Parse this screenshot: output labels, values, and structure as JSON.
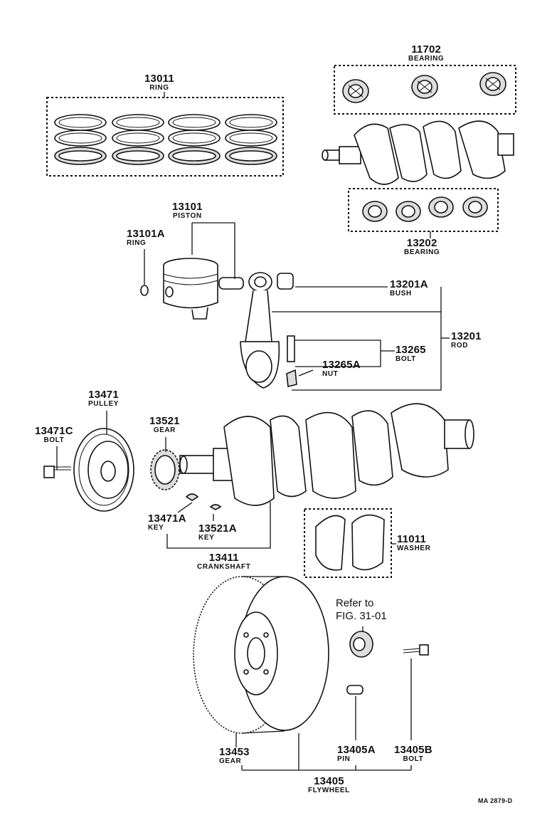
{
  "parts": {
    "ring_set": {
      "number": "13011",
      "name": "RING"
    },
    "main_bearing_upper": {
      "number": "11702",
      "name": "BEARING"
    },
    "rod_bearing": {
      "number": "13202",
      "name": "BEARING"
    },
    "piston": {
      "number": "13101",
      "name": "PISTON"
    },
    "piston_pin_ring": {
      "number": "13101A",
      "name": "RING"
    },
    "bush": {
      "number": "13201A",
      "name": "BUSH"
    },
    "rod": {
      "number": "13201",
      "name": "ROD"
    },
    "rod_bolt": {
      "number": "13265",
      "name": "BOLT"
    },
    "rod_nut": {
      "number": "13265A",
      "name": "NUT"
    },
    "pulley": {
      "number": "13471",
      "name": "PULLEY"
    },
    "pulley_bolt": {
      "number": "13471C",
      "name": "BOLT"
    },
    "timing_gear": {
      "number": "13521",
      "name": "GEAR"
    },
    "pulley_key": {
      "number": "13471A",
      "name": "KEY"
    },
    "gear_key": {
      "number": "13521A",
      "name": "KEY"
    },
    "crankshaft": {
      "number": "13411",
      "name": "CRANKSHAFT"
    },
    "thrust_washer": {
      "number": "11011",
      "name": "WASHER"
    },
    "ring_gear": {
      "number": "13453",
      "name": "GEAR"
    },
    "flywheel_pin": {
      "number": "13405A",
      "name": "PIN"
    },
    "flywheel_bolt": {
      "number": "13405B",
      "name": "BOLT"
    },
    "flywheel": {
      "number": "13405",
      "name": "FLYWHEEL"
    }
  },
  "reference": {
    "line1": "Refer to",
    "line2": "FIG. 31-01"
  },
  "figure_code": "MA  2879-D"
}
